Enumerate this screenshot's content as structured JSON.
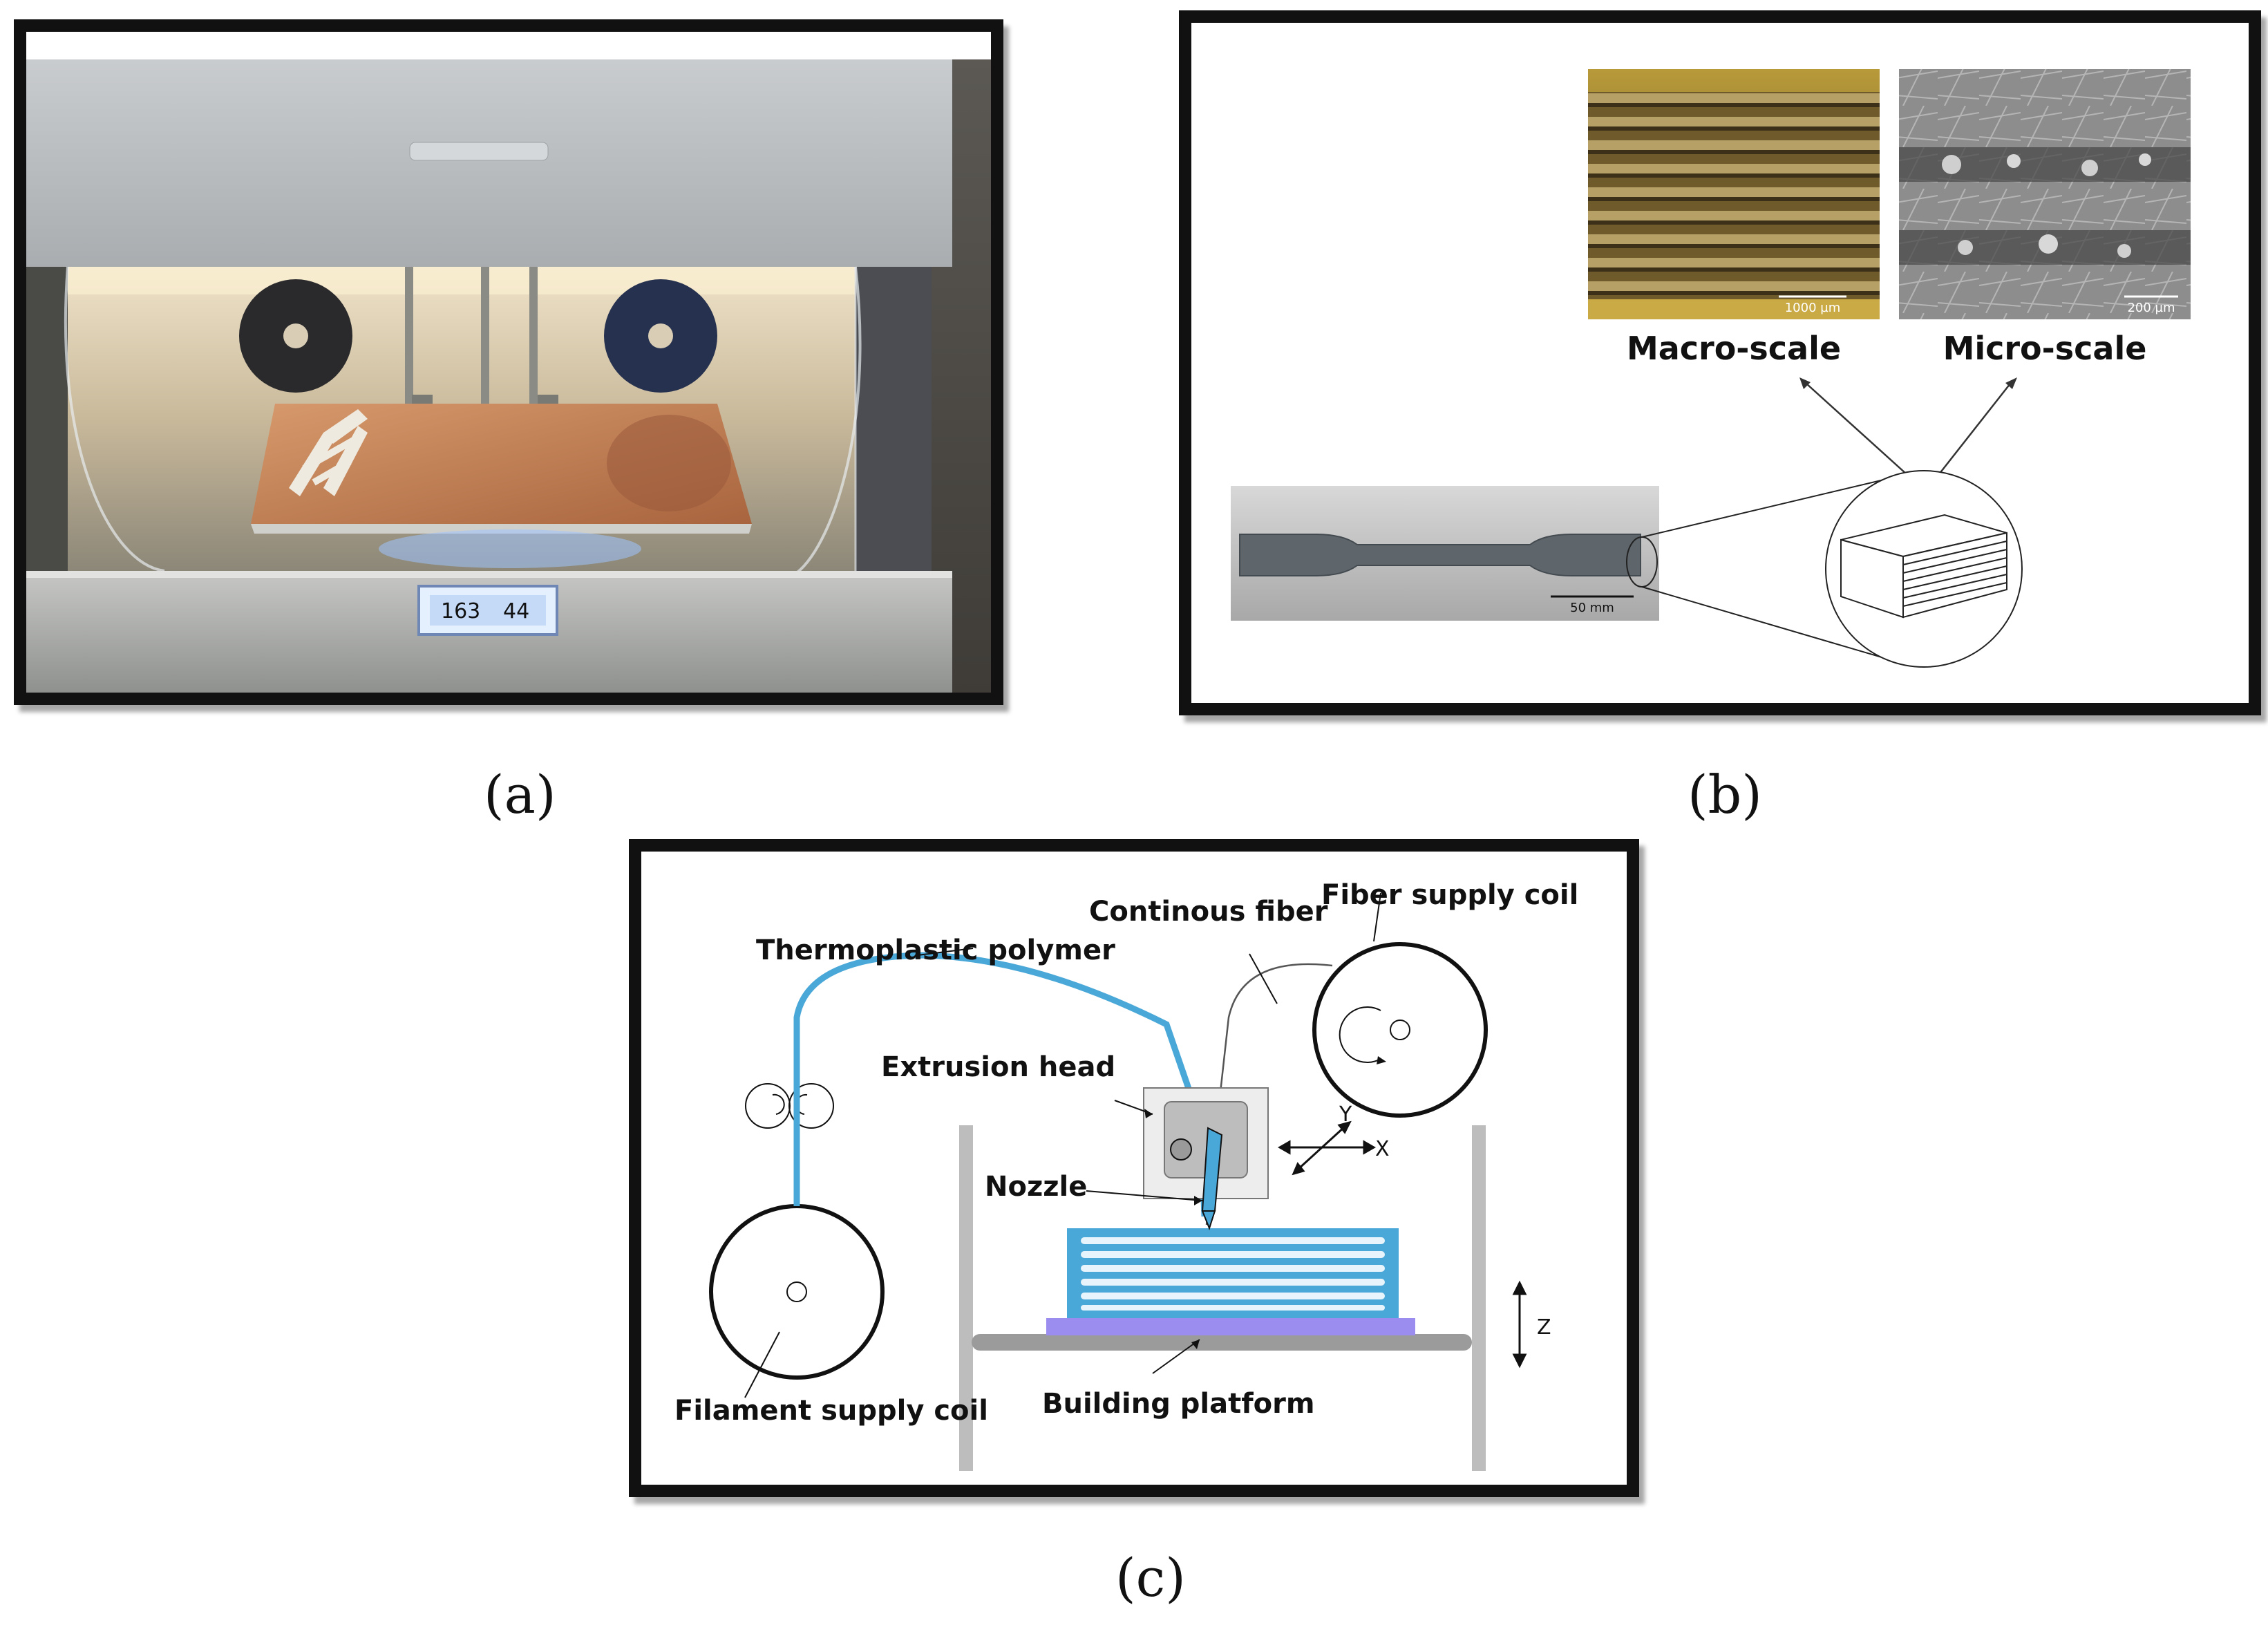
{
  "captions": {
    "a": "(a)",
    "b": "(b)",
    "c": "(c)"
  },
  "panel_a": {
    "display_left": "163",
    "display_right": "44"
  },
  "panel_b": {
    "macro_label": "Macro-scale",
    "micro_label": "Micro-scale",
    "macro_scale_bar": "1000 µm",
    "micro_scale_bar": "200 µm",
    "specimen_scale_bar": "50 mm"
  },
  "panel_c": {
    "continuous_fiber": "Continous fiber",
    "fiber_supply_coil": "Fiber supply coil",
    "thermoplastic_polymer": "Thermoplastic polymer",
    "extrusion_head": "Extrusion head",
    "nozzle": "Nozzle",
    "filament_supply_coil": "Filament supply coil",
    "building_platform": "Building platform",
    "axis_x": "X",
    "axis_y": "Y",
    "axis_z": "Z"
  },
  "colors": {
    "polymer": "#4aa8d8",
    "platform_layer": "#9b8cf0",
    "border": "#111111"
  }
}
